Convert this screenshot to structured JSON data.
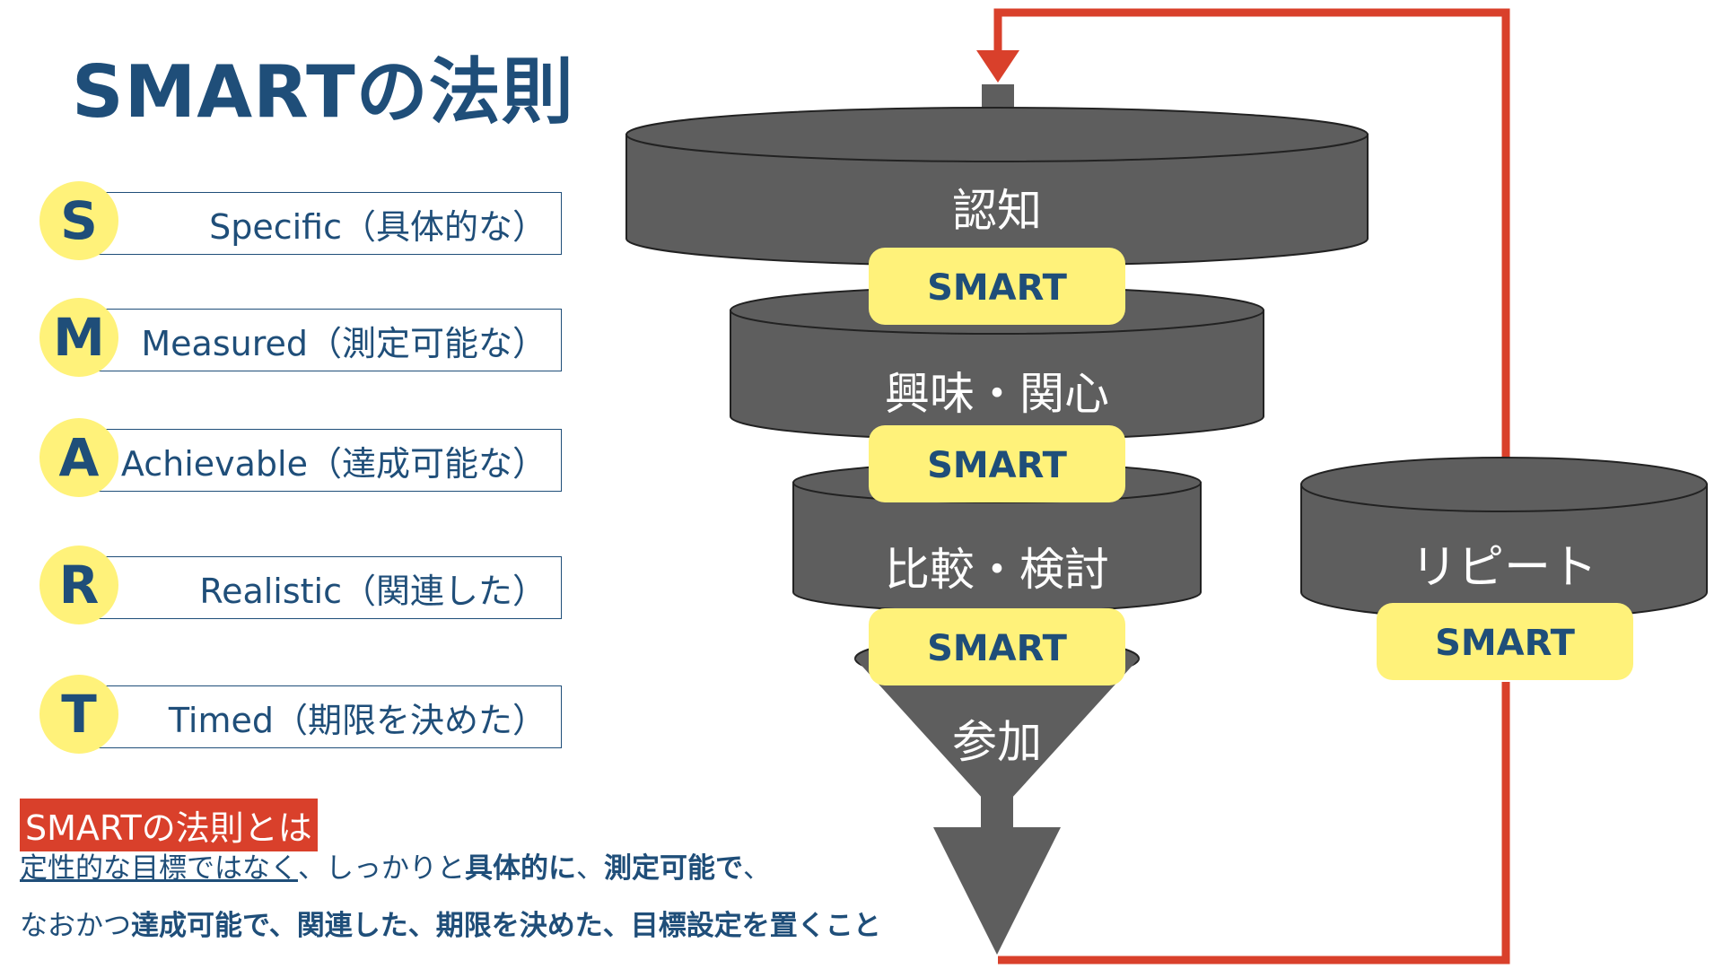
{
  "title": "SMARTの法則",
  "items": [
    {
      "letter": "S",
      "text": "Specific（具体的な）"
    },
    {
      "letter": "M",
      "text": "Measured（測定可能な）"
    },
    {
      "letter": "A",
      "text": "Achievable（達成可能な）"
    },
    {
      "letter": "R",
      "text": "Realistic（関連した）"
    },
    {
      "letter": "T",
      "text": "Timed（期限を決めた）"
    }
  ],
  "definition": {
    "title": "SMARTの法則とは",
    "line1_a": "定性的な目標ではなく",
    "line1_b": "、しっかりと",
    "line1_c": "具体的に",
    "line1_d": "、",
    "line1_e": "測定可能で",
    "line1_f": "、",
    "line2_a": "なおかつ",
    "line2_b": "達成可能で、関連した、期限を決めた、目標設定を置くこと"
  },
  "funnel": {
    "stages": [
      "認知",
      "興味・関心",
      "比較・検討",
      "参加"
    ],
    "badges": [
      "SMART",
      "SMART",
      "SMART"
    ],
    "repeat_label": "リピート",
    "repeat_badge": "SMART"
  },
  "colors": {
    "navy": "#1f4e79",
    "yellow": "#fff27a",
    "gray": "#5e5e5e",
    "red": "#d9402b"
  }
}
